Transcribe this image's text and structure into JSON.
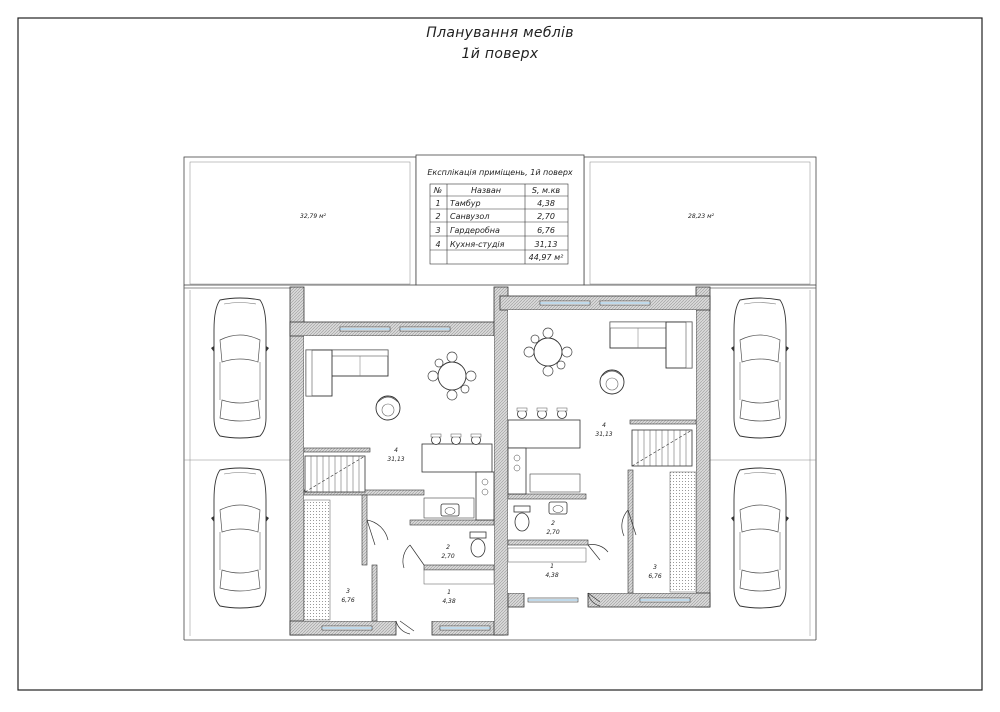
{
  "title": {
    "line1": "Планування меблів",
    "line2": "1й поверх"
  },
  "explication": {
    "caption": "Експлікація приміщень, 1й поверх",
    "headers": [
      "№",
      "Назван",
      "S, м.кв"
    ],
    "rows": [
      {
        "n": "1",
        "name": "Тамбур",
        "area": "4,38"
      },
      {
        "n": "2",
        "name": "Санвузол",
        "area": "2,70"
      },
      {
        "n": "3",
        "name": "Гардеробна",
        "area": "6,76"
      },
      {
        "n": "4",
        "name": "Кухня-студія",
        "area": "31,13"
      }
    ],
    "total": "44,97 м²"
  },
  "terraces": {
    "left_area": "32,79 м²",
    "right_area": "28,23 м²"
  },
  "rooms": {
    "left": [
      {
        "n": "4",
        "area": "31,13"
      },
      {
        "n": "2",
        "area": "2,70"
      },
      {
        "n": "3",
        "area": "6,76"
      },
      {
        "n": "1",
        "area": "4,38"
      }
    ],
    "right": [
      {
        "n": "4",
        "area": "31,13"
      },
      {
        "n": "2",
        "area": "2,70"
      },
      {
        "n": "3",
        "area": "6,76"
      },
      {
        "n": "1",
        "area": "4,38"
      }
    ]
  }
}
